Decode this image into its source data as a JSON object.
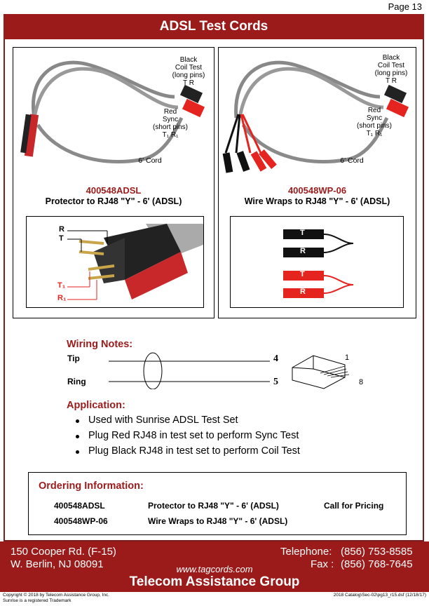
{
  "page_label": "Page 13",
  "title": "ADSL Test Cords",
  "left": {
    "black_label": [
      "Black",
      "Coil Test",
      "(long pins)",
      "T R"
    ],
    "red_label": [
      "Red",
      "Sync",
      "(short pins)"
    ],
    "red_tr": "T₁ R₁",
    "cord_length": "6' Cord",
    "model": "400548ADSL",
    "description": "Protector to RJ48 \"Y\" - 6' (ADSL)",
    "diagram_labels": {
      "r": "R",
      "t": "T",
      "t1": "T₁",
      "r1": "R₁"
    }
  },
  "right": {
    "black_label": [
      "Black",
      "Coil Test",
      "(long pins)",
      "T R"
    ],
    "red_label": [
      "Red",
      "Sync",
      "(short pins)"
    ],
    "red_tr": "T₁ R₁",
    "cord_length": "6' Cord",
    "model": "400548WP-06",
    "description": "Wire Wraps to RJ48 \"Y\" - 6' (ADSL)",
    "diagram_labels": {
      "t_black": "T",
      "r_black": "R",
      "t_red": "T",
      "r_red": "R"
    }
  },
  "wiring": {
    "title": "Wiring Notes:",
    "tip": "Tip",
    "ring": "Ring",
    "tip_pin": "4",
    "ring_pin": "5",
    "pin1": "1",
    "pin8": "8"
  },
  "application": {
    "title": "Application:",
    "items": [
      "Used with Sunrise ADSL Test Set",
      "Plug Red RJ48 in test set to perform Sync Test",
      "Plug Black RJ48 in test set to perform Coil Test"
    ]
  },
  "ordering": {
    "title": "Ordering Information:",
    "rows": [
      {
        "part": "400548ADSL",
        "desc": "Protector to RJ48 \"Y\" -  6' (ADSL)",
        "price": "Call for Pricing"
      },
      {
        "part": "400548WP-06",
        "desc": "Wire Wraps to RJ48 \"Y\" -  6' (ADSL)",
        "price": ""
      }
    ]
  },
  "footer": {
    "address1": "150 Cooper Rd. (F-15)",
    "address2": "W. Berlin, NJ  08091",
    "phone_label": "Telephone:",
    "phone": "(856) 753-8585",
    "fax_label": "Fax :",
    "fax": "(856) 768-7645",
    "website": "www.tagcords.com",
    "company": "Telecom  Assistance Group"
  },
  "copyright": [
    "Copyright © 2018 by Telecom Assistance Group, Inc.",
    "Sunrise is a registered Trademark"
  ],
  "catalog_ref": "2018 Catalog\\Sec-02\\pg13_r15.dsf (12/18/17)",
  "colors": {
    "brand": "#9b1b1b",
    "red_wire": "#e52420",
    "cord": "#888888"
  }
}
